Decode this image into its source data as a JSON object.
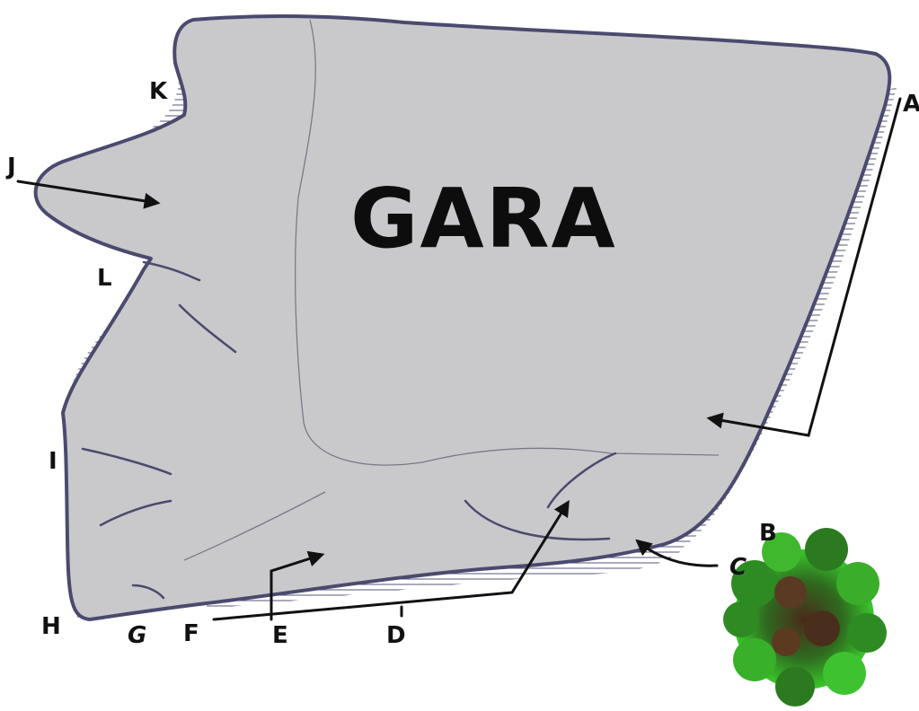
{
  "diagram": {
    "title": "GARA",
    "labels": {
      "A": "A",
      "B": "B",
      "C": "C",
      "D": "D",
      "E": "E",
      "F": "F",
      "G": "G",
      "H": "H",
      "I": "I",
      "J": "J",
      "K": "K",
      "L": "L"
    },
    "colors": {
      "face_fill": "#c9c9cc",
      "outline": "#4b4a6e",
      "hatch": "#55557a",
      "arrow": "#111111",
      "moss": "#2a9a1f"
    }
  }
}
